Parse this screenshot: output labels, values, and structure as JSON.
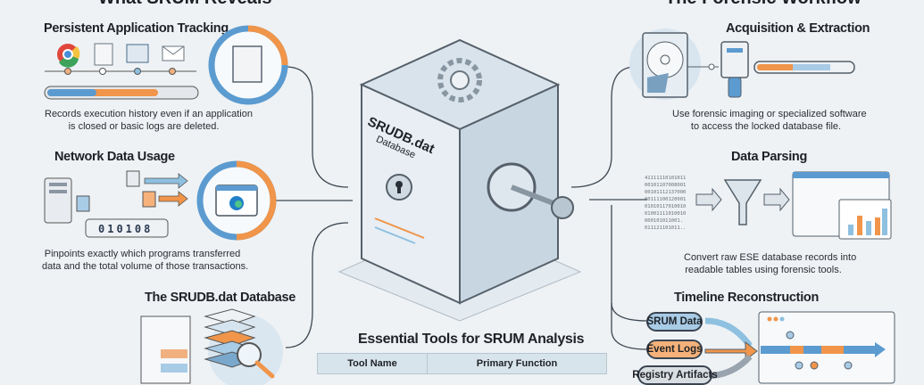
{
  "sections": {
    "left_title": "What SRUM Reveals",
    "right_title": "The Forensic Workflow"
  },
  "left": [
    {
      "title": "Persistent Application Tracking",
      "desc": [
        "Records execution history even if an application",
        "is closed or basic logs are deleted."
      ]
    },
    {
      "title": "Network Data Usage",
      "desc": [
        "Pinpoints exactly which programs transferred",
        "data and the total volume of those transactions."
      ],
      "counter": "010108"
    },
    {
      "title": "The SRUDB.dat Database"
    }
  ],
  "right": [
    {
      "title": "Acquisition & Extraction",
      "desc": [
        "Use forensic imaging or specialized software",
        "to access the locked database file."
      ]
    },
    {
      "title": "Data Parsing",
      "desc": [
        "Convert raw ESE database records into",
        "readable tables using forensic tools."
      ],
      "binary": [
        "41111110101011",
        "00101107008001",
        "00101112137000",
        "00111100120001",
        "01010117010010",
        "01001111010010",
        "000101011001.",
        "011121101011.."
      ]
    },
    {
      "title": "Timeline Reconstruction",
      "inputs": [
        "SRUM Data",
        "Event Logs",
        "Registry Artifacts"
      ]
    }
  ],
  "safe": {
    "label_line1": "SRUDB.dat",
    "label_line2": "Database"
  },
  "tools": {
    "title": "Essential Tools for SRUM Analysis",
    "columns": [
      "Tool Name",
      "Primary Function"
    ]
  },
  "colors": {
    "blue": "#5b9bd0",
    "orange": "#f0954a",
    "background": "#eef2f5",
    "dark": "#1e2227"
  }
}
